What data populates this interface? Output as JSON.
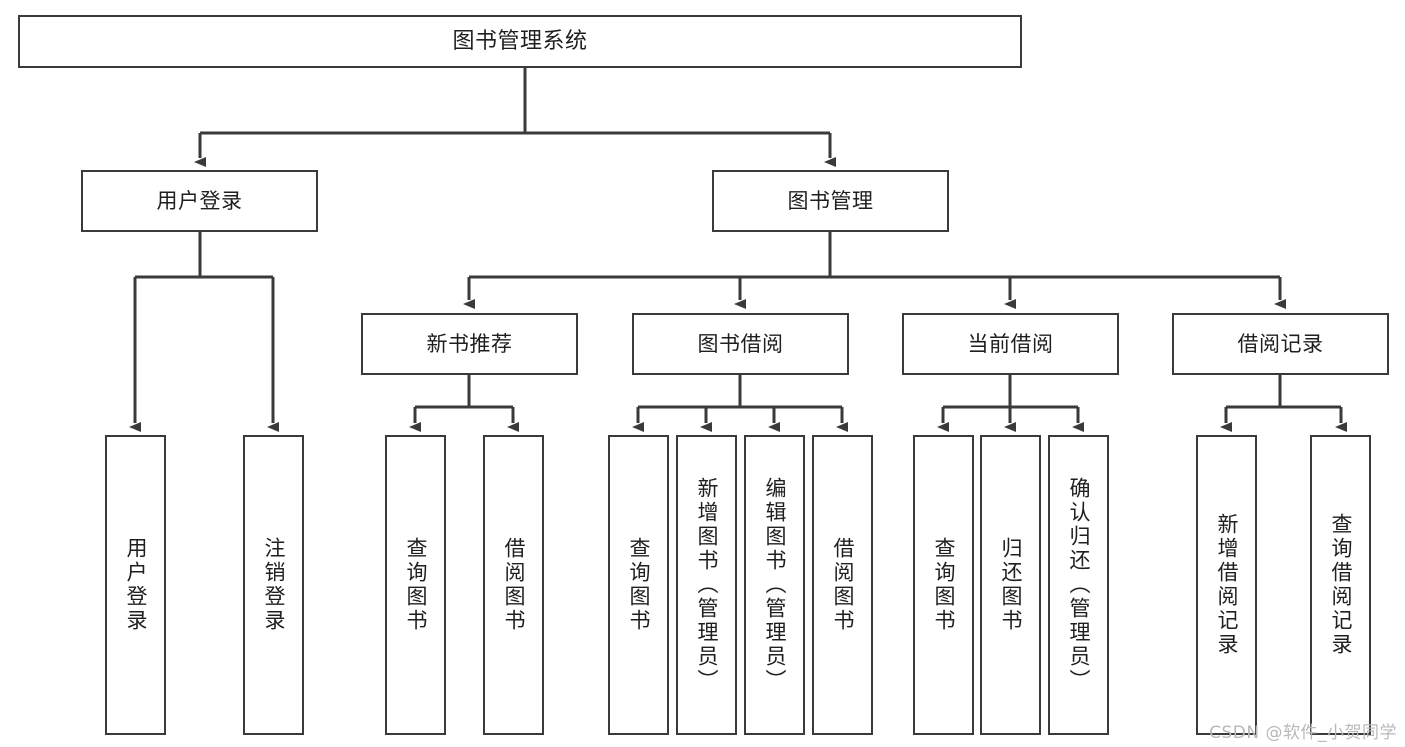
{
  "diagram": {
    "title": "图书管理系统",
    "type": "hierarchy-tree",
    "stroke_color": "#3a3a3a",
    "fill_color": "#ffffff",
    "text_color": "#1f1f1f"
  },
  "nodes": {
    "root": {
      "label": "图书管理系统",
      "level": 1
    },
    "level2": [
      {
        "label": "用户登录"
      },
      {
        "label": "图书管理"
      }
    ],
    "level3": [
      {
        "label": "新书推荐"
      },
      {
        "label": "图书借阅"
      },
      {
        "label": "当前借阅"
      },
      {
        "label": "借阅记录"
      }
    ],
    "leaves": {
      "user_login": [
        {
          "label": "用户登录"
        },
        {
          "label": "注销登录"
        }
      ],
      "new_book_recommend": [
        {
          "label": "查询图书"
        },
        {
          "label": "借阅图书"
        }
      ],
      "book_borrow": [
        {
          "label": "查询图书"
        },
        {
          "label": "新增图书（管理员）"
        },
        {
          "label": "编辑图书（管理员）"
        },
        {
          "label": "借阅图书"
        }
      ],
      "current_borrow": [
        {
          "label": "查询图书"
        },
        {
          "label": "归还图书"
        },
        {
          "label": "确认归还（管理员）"
        }
      ],
      "borrow_record": [
        {
          "label": "新增借阅记录"
        },
        {
          "label": "查询借阅记录"
        }
      ]
    }
  },
  "watermark": {
    "text": "CSDN @软件_小贺同学"
  }
}
